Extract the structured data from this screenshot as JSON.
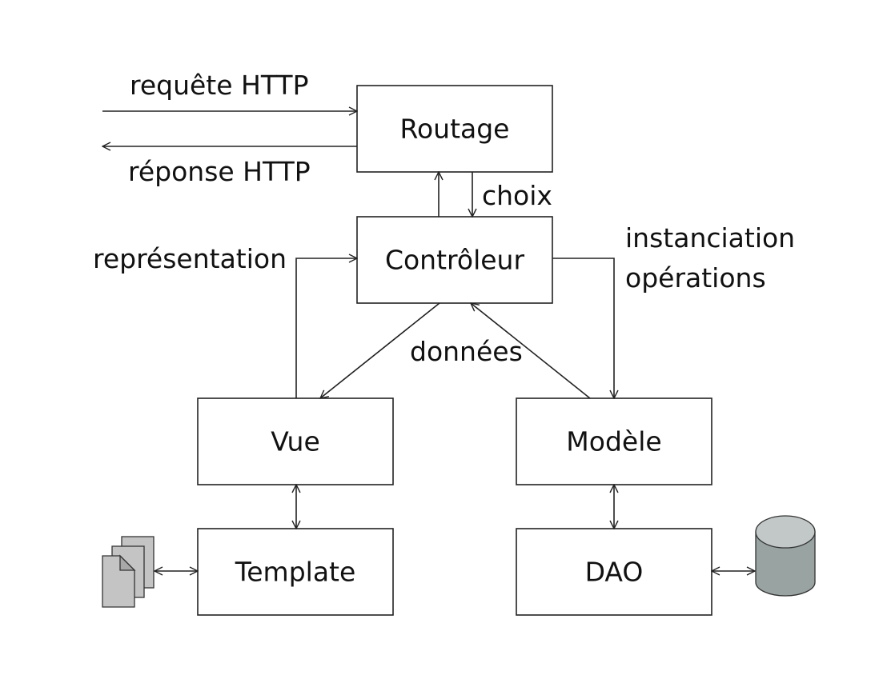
{
  "nodes": {
    "routage": "Routage",
    "controleur": "Contrôleur",
    "vue": "Vue",
    "modele": "Modèle",
    "template": "Template",
    "dao": "DAO"
  },
  "edges": {
    "requete": "requête HTTP",
    "reponse": "réponse HTTP",
    "choix": "choix",
    "representation": "représentation",
    "instanciation": "instanciation",
    "operations": "opérations",
    "donnees": "données"
  },
  "icons": {
    "documents": "documents-stack-icon",
    "database": "database-cylinder-icon"
  },
  "colors": {
    "documents_fill": "#c4c4c4",
    "database_top": "#c2c7c7",
    "database_body": "#98a3a2"
  }
}
